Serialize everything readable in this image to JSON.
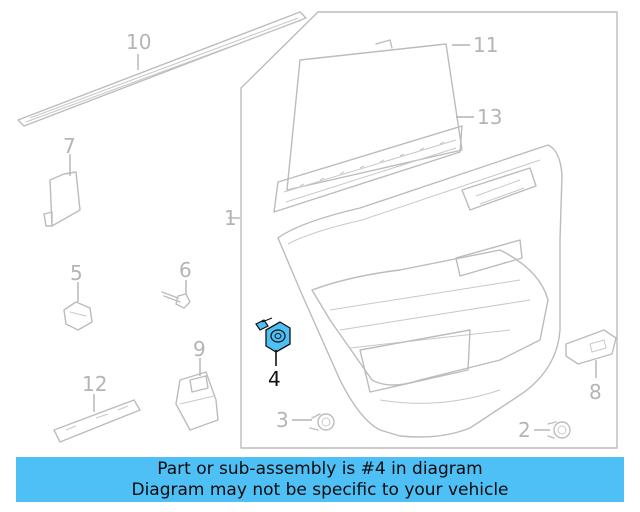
{
  "diagram": {
    "callouts": [
      "1",
      "2",
      "3",
      "4",
      "5",
      "6",
      "7",
      "8",
      "9",
      "10",
      "11",
      "12",
      "13"
    ],
    "highlighted_part": "4",
    "colors": {
      "highlight": "#4fc0f6",
      "line_art": "#bcbcbc",
      "callout_text": "#b4b4b4"
    }
  },
  "banner": {
    "line1": "Part or sub-assembly is #4 in diagram",
    "line2": "Diagram may not be specific to your vehicle",
    "background": "#4fc0f6"
  }
}
